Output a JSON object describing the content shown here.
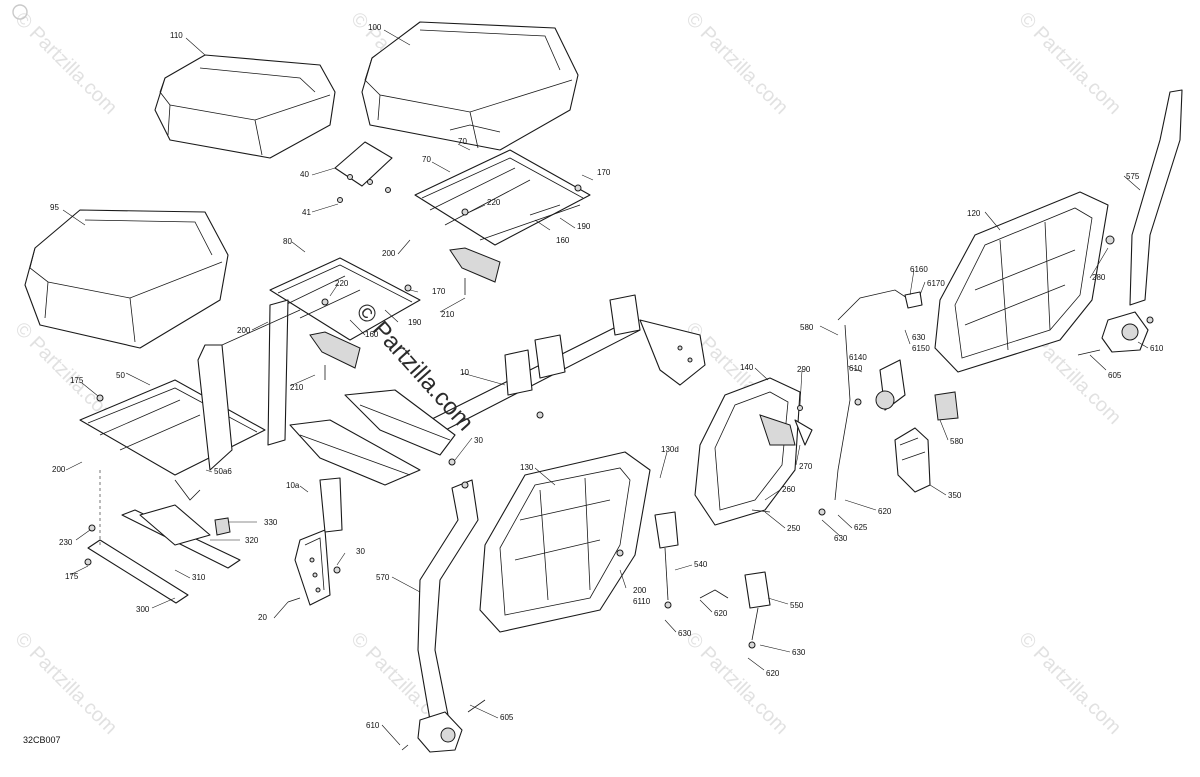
{
  "watermark": {
    "text": "© Partzilla.com",
    "center_text": "© Partzilla.com"
  },
  "diagram_code": "32CB007",
  "callouts": {
    "c110": "110",
    "c100": "100",
    "c95": "95",
    "c70": "70",
    "c70b": "70",
    "c40": "40",
    "c41": "41",
    "c170": "170",
    "c170b": "170",
    "c220": "220",
    "c220b": "220",
    "c190": "190",
    "c190b": "190",
    "c160": "160",
    "c160b": "160",
    "c200a": "200",
    "c200b": "200",
    "c200c": "200",
    "c200d": "200",
    "c80": "80",
    "c210": "210",
    "c210b": "210",
    "c175": "175",
    "c175b": "175",
    "c50": "50",
    "c50a6": "50a6",
    "c10": "10",
    "c30": "30",
    "c30b": "30",
    "c10a": "10a",
    "c20": "20",
    "c330": "330",
    "c320": "320",
    "c310": "310",
    "c230": "230",
    "c300": "300",
    "c130": "130",
    "c130d": "130d",
    "c140": "140",
    "c290": "290",
    "c270": "270",
    "c260": "260",
    "c250": "250",
    "c6110": "6110",
    "c540": "540",
    "c570": "570",
    "c605": "605",
    "c605b": "605",
    "c610": "610",
    "c610b": "610",
    "c610c": "610",
    "c620": "620",
    "c620b": "620",
    "c620c": "620",
    "c630": "630",
    "c630b": "630",
    "c630c": "630",
    "c630d": "630",
    "c550": "550",
    "c580": "580",
    "c580b": "580",
    "c350": "350",
    "c625": "625",
    "c6160": "6160",
    "c6170": "6170",
    "c6150": "6150",
    "c6140": "6140",
    "c120": "120",
    "c280": "280",
    "c575": "575"
  }
}
